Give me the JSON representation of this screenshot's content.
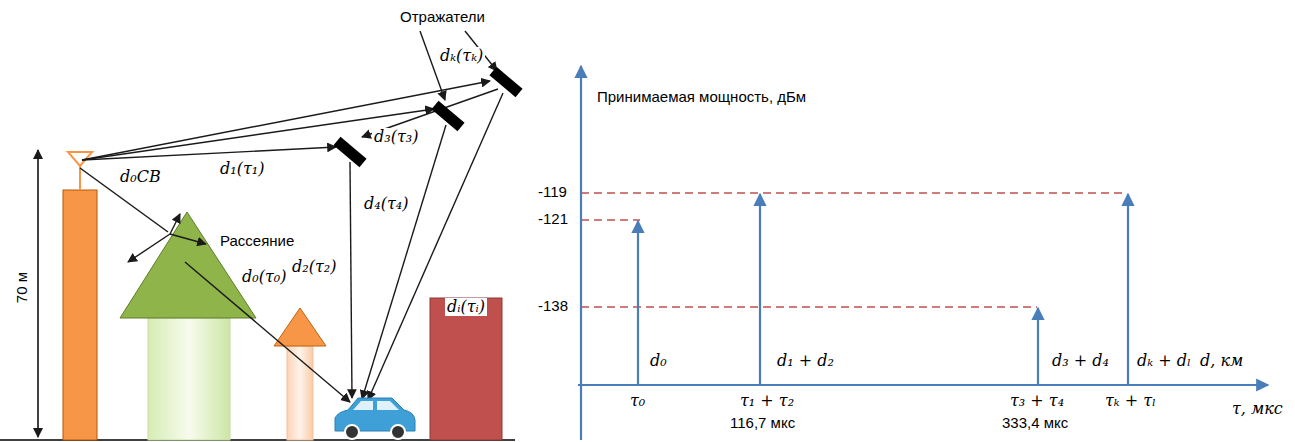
{
  "diagram": {
    "labels": [
      "Отражатели",
      "dₖ(τₖ)",
      "d₃(τ₃)",
      "d₁(τ₁)",
      "d₀СВ",
      "Рассеяние",
      "d₂(τ₂)",
      "d₄(τ₄)",
      "dᵢ(τᵢ)",
      "d₀(τ₀)",
      "70 м",
      "Принимаемая мощность, дБм",
      "-119",
      "-121",
      "-138",
      "d₀",
      "d₁ + d₂",
      "d₃ + d₄",
      "dₖ + dₗ",
      "d, км",
      "τ₀",
      "τ₁ + τ₂",
      "116,7 мкс",
      "τ₃ + τ₄",
      "τₖ + τₗ",
      "333,4 мкс",
      "τ, мкс"
    ]
  }
}
